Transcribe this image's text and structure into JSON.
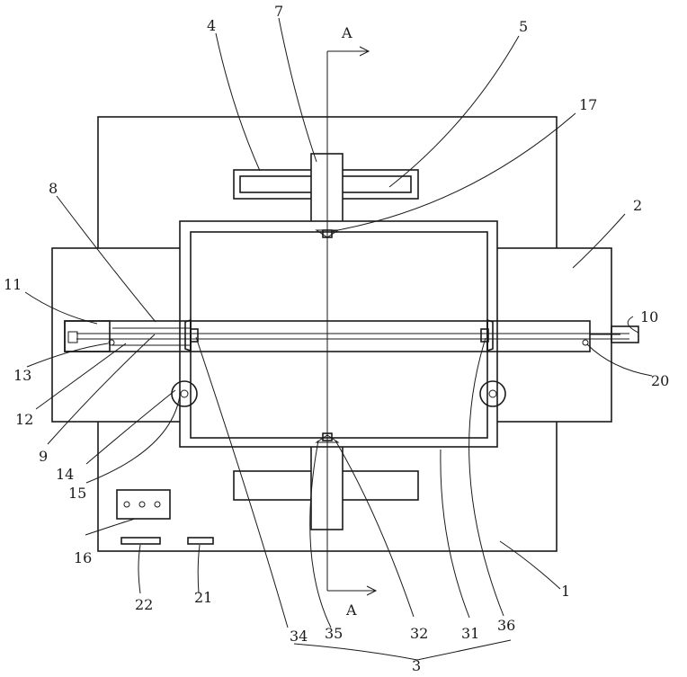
{
  "figure": {
    "section_mark_top": "A",
    "section_mark_bottom": "A",
    "callouts": [
      {
        "id": "c1",
        "text": "1"
      },
      {
        "id": "c2",
        "text": "2"
      },
      {
        "id": "c3",
        "text": "3"
      },
      {
        "id": "c4",
        "text": "4"
      },
      {
        "id": "c5",
        "text": "5"
      },
      {
        "id": "c7",
        "text": "7"
      },
      {
        "id": "c8",
        "text": "8"
      },
      {
        "id": "c9",
        "text": "9"
      },
      {
        "id": "c10",
        "text": "10"
      },
      {
        "id": "c11",
        "text": "11"
      },
      {
        "id": "c12",
        "text": "12"
      },
      {
        "id": "c13",
        "text": "13"
      },
      {
        "id": "c14",
        "text": "14"
      },
      {
        "id": "c15",
        "text": "15"
      },
      {
        "id": "c16",
        "text": "16"
      },
      {
        "id": "c17",
        "text": "17"
      },
      {
        "id": "c20",
        "text": "20"
      },
      {
        "id": "c21",
        "text": "21"
      },
      {
        "id": "c22",
        "text": "22"
      },
      {
        "id": "c31",
        "text": "31"
      },
      {
        "id": "c32",
        "text": "32"
      },
      {
        "id": "c34",
        "text": "34"
      },
      {
        "id": "c35",
        "text": "35"
      },
      {
        "id": "c36",
        "text": "36"
      }
    ]
  }
}
